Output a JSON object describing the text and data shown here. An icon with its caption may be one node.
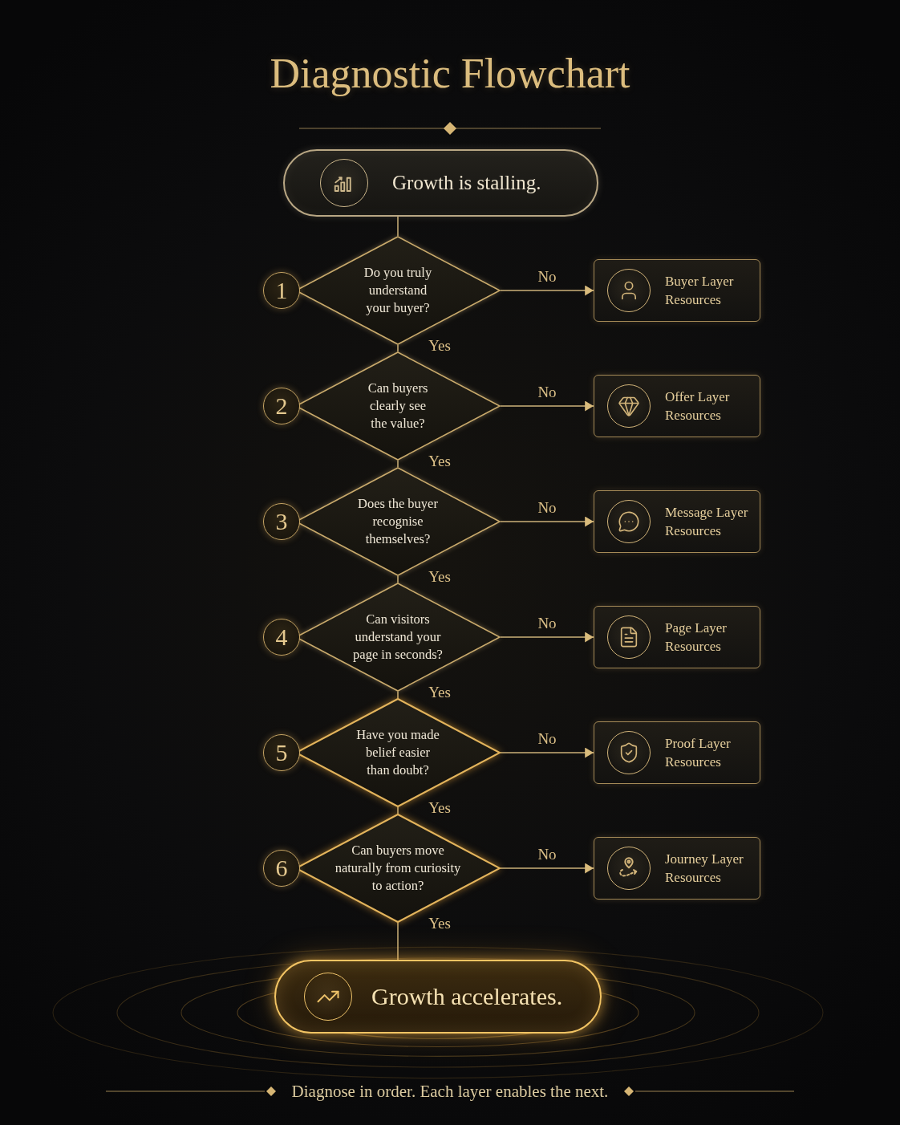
{
  "diagram": {
    "title": "Diagnostic Flowchart",
    "caption": "Diagnose in order. Each layer enables the next.",
    "nodes": [
      {
        "text": [
          "Growth is stalling."
        ]
      },
      {
        "text": [
          "1"
        ]
      },
      {
        "text": [
          "Do you truly understand your buyer?"
        ]
      },
      {
        "text": [
          "Buyer Layer Resources"
        ]
      },
      {
        "text": [
          "2"
        ]
      },
      {
        "text": [
          "Can buyers clearly see the value?"
        ]
      },
      {
        "text": [
          "Offer Layer Resources"
        ]
      },
      {
        "text": [
          "3"
        ]
      },
      {
        "text": [
          "Does the buyer recognise themselves?"
        ]
      },
      {
        "text": [
          "Message Layer Resources"
        ]
      },
      {
        "text": [
          "4"
        ]
      },
      {
        "text": [
          "Can visitors understand your page in seconds?"
        ]
      },
      {
        "text": [
          "Page Layer Resources"
        ]
      },
      {
        "text": [
          "5"
        ]
      },
      {
        "text": [
          "Have you made belief easier than doubt?"
        ]
      },
      {
        "text": [
          "Proof Layer Resources"
        ]
      },
      {
        "text": [
          "6"
        ]
      },
      {
        "text": [
          "Can buyers move naturally from curiosity to action?"
        ]
      },
      {
        "text": [
          "Journey Layer Resources"
        ]
      },
      {
        "text": [
          "Growth accelerates."
        ]
      }
    ],
    "edges": [
      {
        "from": 0,
        "to": 2,
        "arrow": "none"
      },
      {
        "from": 2,
        "to": 3,
        "arrow": "to",
        "label": "No"
      },
      {
        "from": 2,
        "to": 5,
        "arrow": "none",
        "label": "Yes"
      },
      {
        "from": 5,
        "to": 6,
        "arrow": "to",
        "label": "No"
      },
      {
        "from": 5,
        "to": 8,
        "arrow": "none",
        "label": "Yes"
      },
      {
        "from": 8,
        "to": 9,
        "arrow": "to",
        "label": "No"
      },
      {
        "from": 8,
        "to": 11,
        "arrow": "none",
        "label": "Yes"
      },
      {
        "from": 11,
        "to": 12,
        "arrow": "to",
        "label": "No"
      },
      {
        "from": 11,
        "to": 14,
        "arrow": "none",
        "label": "Yes"
      },
      {
        "from": 14,
        "to": 15,
        "arrow": "to",
        "label": "No"
      },
      {
        "from": 14,
        "to": 17,
        "arrow": "none",
        "label": "Yes"
      },
      {
        "from": 17,
        "to": 18,
        "arrow": "to",
        "label": "No"
      },
      {
        "from": 17,
        "to": 19,
        "arrow": "none",
        "label": "Yes"
      }
    ]
  }
}
